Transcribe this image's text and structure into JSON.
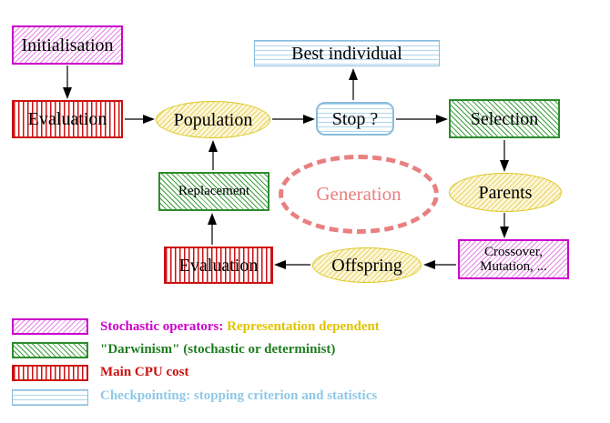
{
  "diagram": {
    "nodes": {
      "initialisation": {
        "label": "Initialisation"
      },
      "evaluation_top": {
        "label": "Evaluation"
      },
      "population": {
        "label": "Population"
      },
      "stop": {
        "label": "Stop ?"
      },
      "best_individual": {
        "label": "Best individual"
      },
      "selection": {
        "label": "Selection"
      },
      "parents": {
        "label": "Parents"
      },
      "crossover": {
        "label_line1": "Crossover,",
        "label_line2": "Mutation, ..."
      },
      "offspring": {
        "label": "Offspring"
      },
      "evaluation_bottom": {
        "label": "Evaluation"
      },
      "replacement": {
        "label": "Replacement"
      },
      "generation": {
        "label": "Generation"
      }
    }
  },
  "legend": {
    "items": [
      {
        "label": "Stochastic operators:",
        "label_suffix": "Representation dependent"
      },
      {
        "label": "\"Darwinism\" (stochastic or determinist)"
      },
      {
        "label": "Main CPU cost"
      },
      {
        "label": "Checkpointing: stopping criterion and statistics"
      }
    ]
  },
  "colors": {
    "magenta": "#cc00cc",
    "magenta-hatch": "#e684e6",
    "green": "#2e8b2e",
    "green-hatch": "#3f9e3f",
    "red": "#cc1111",
    "cyan": "#8abcdc",
    "cyan-line": "#aed6ec",
    "yellow": "#dcc81e",
    "yellow-hatch": "#eedd88",
    "yellow-fill": "#fdf8dc",
    "salmon": "#e88080",
    "legend-yellow": "#e0c400",
    "green-text": "#1e7d1e",
    "cyan-text": "#90c8e8",
    "ink": "#000000"
  }
}
